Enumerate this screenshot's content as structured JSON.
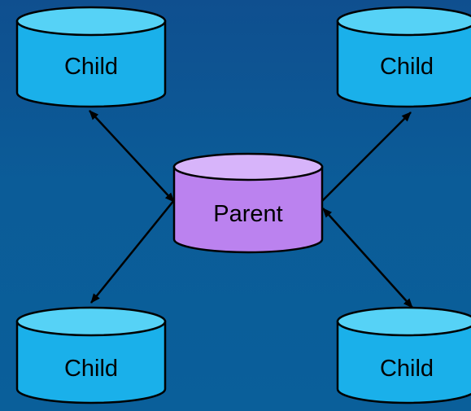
{
  "diagram": {
    "parent": {
      "label": "Parent"
    },
    "children": [
      {
        "label": "Child"
      },
      {
        "label": "Child"
      },
      {
        "label": "Child"
      },
      {
        "label": "Child"
      }
    ],
    "edges": [
      {
        "from": "parent",
        "to": "child-top-left",
        "arrowheads": "both"
      },
      {
        "from": "parent",
        "to": "child-top-right",
        "arrowheads": "child-end"
      },
      {
        "from": "parent",
        "to": "child-bottom-left",
        "arrowheads": "child-end"
      },
      {
        "from": "parent",
        "to": "child-bottom-right",
        "arrowheads": "both"
      }
    ]
  },
  "colors": {
    "background_top": "#0f4f8f",
    "background_bottom": "#0a5f9a",
    "child_fill": "#1ab0ea",
    "child_top": "#56d2f6",
    "parent_fill": "#bb82ef",
    "parent_top": "#d7b4fa",
    "stroke": "#000000"
  }
}
